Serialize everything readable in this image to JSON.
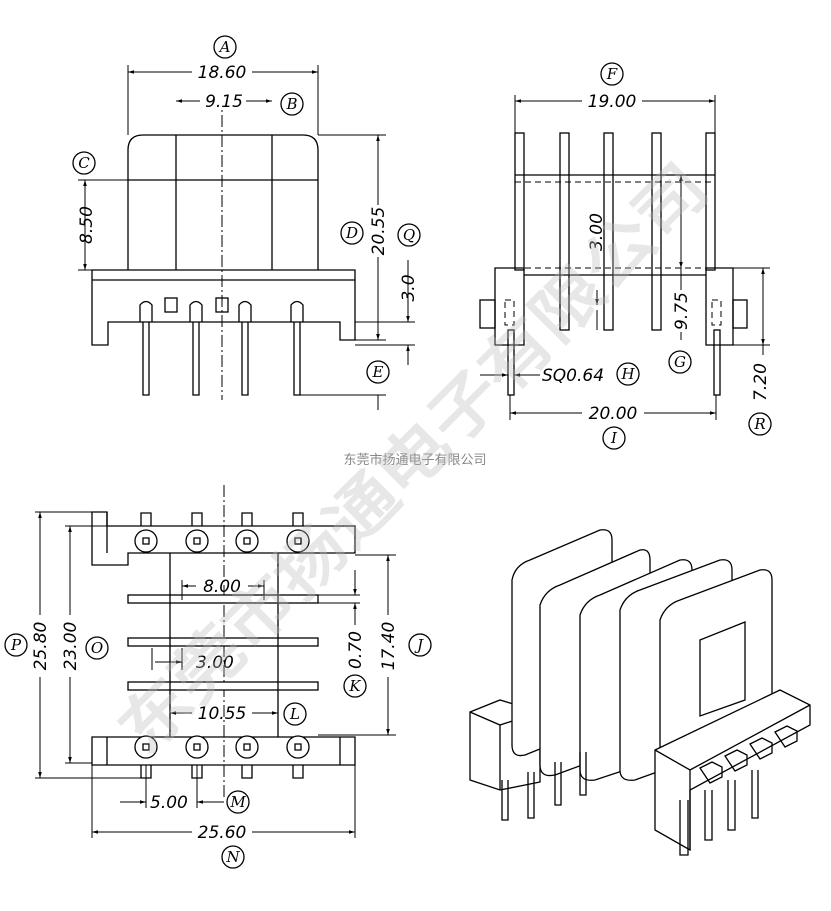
{
  "drawing": {
    "front_view": {
      "dims": {
        "A": "18.60",
        "B": "9.15",
        "C": "8.50",
        "D": "20.55",
        "Q": "3.0"
      },
      "letters": [
        "A",
        "B",
        "C",
        "D",
        "Q",
        "E"
      ]
    },
    "side_view": {
      "dims": {
        "F": "19.00",
        "inner": "3.00",
        "G": "9.75",
        "H": "SQ0.64",
        "I": "20.00",
        "R": "7.20"
      },
      "letters": [
        "F",
        "G",
        "H",
        "I",
        "R"
      ]
    },
    "bottom_view": {
      "dims": {
        "top": "8.00",
        "K": "0.70",
        "J": "17.40",
        "mid": "3.00",
        "L": "10.55",
        "P": "25.80",
        "O": "23.00",
        "M": "5.00",
        "N": "25.60"
      },
      "letters": [
        "P",
        "O",
        "J",
        "K",
        "L",
        "M",
        "N"
      ]
    },
    "caption": "东莞市扬通电子有限公司",
    "watermark": "东莞市扬通电子有限公司"
  },
  "colors": {
    "line": "#000000",
    "watermark": "#bbbbbb",
    "caption": "#888888"
  }
}
